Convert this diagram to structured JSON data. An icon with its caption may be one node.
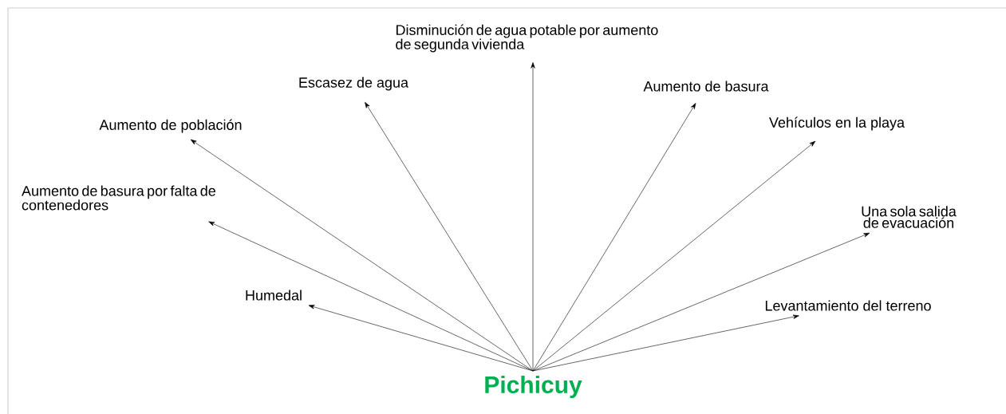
{
  "diagram": {
    "nodes": [
      {
        "text": [
          "Pichicuy"
        ]
      },
      {
        "text": [
          "Disminución de agua potable por aumento de segunda vivienda"
        ]
      },
      {
        "text": [
          "Escasez de agua"
        ]
      },
      {
        "text": [
          "Aumento de población"
        ]
      },
      {
        "text": [
          "Aumento de basura por falta de contenedores"
        ]
      },
      {
        "text": [
          "Humedal"
        ]
      },
      {
        "text": [
          "Aumento de basura"
        ]
      },
      {
        "text": [
          "Vehículos en la playa"
        ]
      },
      {
        "text": [
          "Una sola salida de evacuación"
        ]
      },
      {
        "text": [
          "Levantamiento del terreno"
        ]
      }
    ],
    "edges": [
      {
        "from": 0,
        "to": 1,
        "arrow": "to"
      },
      {
        "from": 0,
        "to": 2,
        "arrow": "to"
      },
      {
        "from": 0,
        "to": 3,
        "arrow": "to"
      },
      {
        "from": 0,
        "to": 4,
        "arrow": "to"
      },
      {
        "from": 0,
        "to": 5,
        "arrow": "to"
      },
      {
        "from": 0,
        "to": 6,
        "arrow": "to"
      },
      {
        "from": 0,
        "to": 7,
        "arrow": "to"
      },
      {
        "from": 0,
        "to": 8,
        "arrow": "to"
      },
      {
        "from": 0,
        "to": 9,
        "arrow": "to"
      }
    ]
  }
}
